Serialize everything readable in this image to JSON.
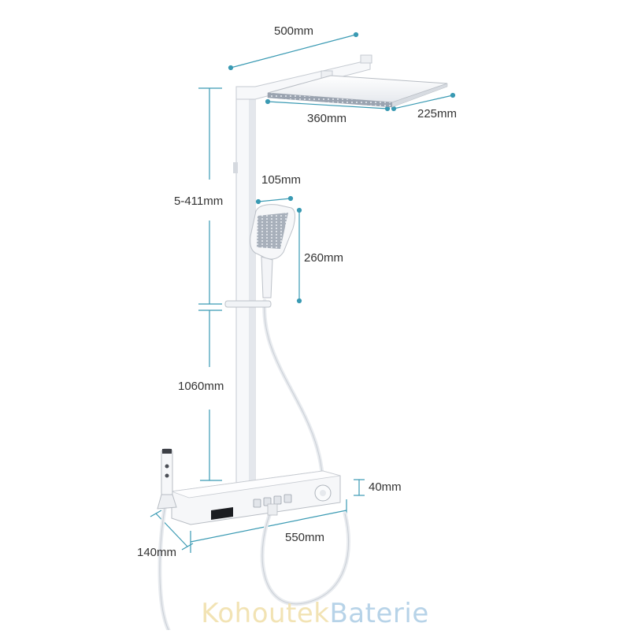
{
  "dimensions": {
    "head_length": "500mm",
    "head_depth": "360mm",
    "head_width": "225mm",
    "hand_width": "105mm",
    "riser_range": "5-411mm",
    "hand_length": "260mm",
    "column_height": "1060mm",
    "shelf_height": "40mm",
    "shelf_length": "550mm",
    "shelf_depth": "140mm"
  },
  "watermark": {
    "part1": "Kohoutek",
    "part2": "Baterie"
  },
  "colors": {
    "dimension_line": "#3a9ab3",
    "product": "#f7f8fa",
    "outline": "#b8bdc4",
    "brand_light": "#f2e3b4",
    "brand_blue": "#b7d3e8"
  }
}
